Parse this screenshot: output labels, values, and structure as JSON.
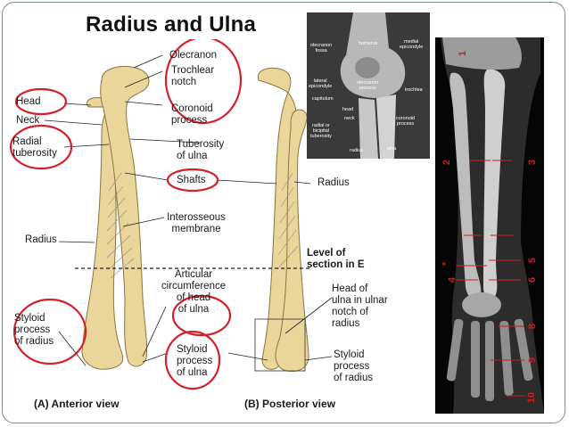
{
  "slide": {
    "title": "Radius and Ulna"
  },
  "colors": {
    "circle": "#d4202a",
    "bone": "#ead59a",
    "bone_shade": "#c9ad67",
    "xray_number": "#d21b1b"
  },
  "labels": {
    "head": "Head",
    "neck": "Neck",
    "radial_tuberosity": [
      "Radial",
      "tuberosity"
    ],
    "radius_left": "Radius",
    "styloid_radius": [
      "Styloid",
      "process",
      "of radius"
    ],
    "olecranon": "Olecranon",
    "trochlear_notch": [
      "Trochlear",
      "notch"
    ],
    "coronoid_process": [
      "Coronoid",
      "process"
    ],
    "tuberosity_ulna": [
      "Tuberosity",
      "of ulna"
    ],
    "shafts": "Shafts",
    "interosseous": [
      "Interosseous",
      "membrane"
    ],
    "articular": [
      "Articular",
      "circumference",
      "of head",
      "of ulna"
    ],
    "styloid_ulna": [
      "Styloid",
      "process",
      "of ulna"
    ],
    "radius_right": "Radius",
    "level_section": [
      "Level of",
      "section in E"
    ],
    "head_ulna_notch": [
      "Head of",
      "ulna in ulnar",
      "notch of",
      "radius"
    ],
    "styloid_radius_right": [
      "Styloid",
      "process",
      "of radius"
    ],
    "anterior_view": "(A) Anterior view",
    "posterior_view": "(B) Posterior view"
  },
  "elbow_xray_labels": {
    "olecranon_fossa": [
      "olecranon",
      "fossa"
    ],
    "humerus": "humerus",
    "medial_epicondyle": [
      "medial",
      "epicondyle"
    ],
    "lateral_epicondyle": [
      "lateral",
      "epicondyle"
    ],
    "olecranon_process": [
      "olecranon",
      "process"
    ],
    "trochlea": "trochlea",
    "capitulum": "capitulum",
    "head": "head",
    "neck": "neck",
    "radial_tuberosity": [
      "radial or",
      "bicipital",
      "tuberosity"
    ],
    "coronoid_process": [
      "coronoid",
      "process"
    ],
    "radius": "radius",
    "ulna": "ulna"
  },
  "arm_xray_numbers": [
    "1",
    "2",
    "3",
    "4",
    "5",
    "6",
    "*",
    "8",
    "9",
    "10"
  ]
}
